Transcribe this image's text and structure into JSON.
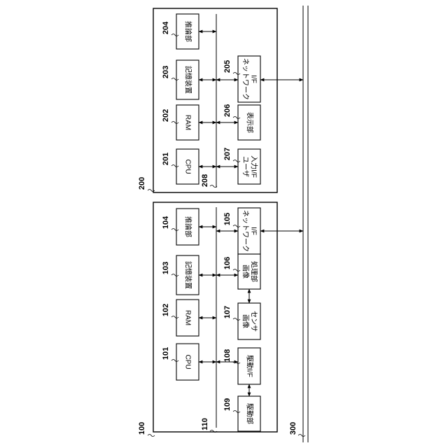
{
  "devices": {
    "d100": {
      "ref": "100",
      "bus_ref": "110",
      "blocks": {
        "cpu": {
          "ref": "101",
          "lines": [
            "CPU"
          ]
        },
        "ram": {
          "ref": "102",
          "lines": [
            "RAM"
          ]
        },
        "storage": {
          "ref": "103",
          "lines": [
            "記憶装置"
          ]
        },
        "infer": {
          "ref": "104",
          "lines": [
            "推論部"
          ]
        },
        "network": {
          "ref": "105",
          "lines": [
            "ネットワーク",
            "I/F"
          ]
        },
        "imageproc": {
          "ref": "106",
          "lines": [
            "画像",
            "処理部"
          ]
        },
        "sensor": {
          "ref": "107",
          "lines": [
            "画像",
            "センサ"
          ]
        },
        "drive_if": {
          "ref": "108",
          "lines": [
            "駆動I/F"
          ]
        },
        "drive": {
          "ref": "109",
          "lines": [
            "駆動部"
          ]
        }
      }
    },
    "d200": {
      "ref": "200",
      "bus_ref": "208",
      "blocks": {
        "cpu": {
          "ref": "201",
          "lines": [
            "CPU"
          ]
        },
        "ram": {
          "ref": "202",
          "lines": [
            "RAM"
          ]
        },
        "storage": {
          "ref": "203",
          "lines": [
            "記憶装置"
          ]
        },
        "infer": {
          "ref": "204",
          "lines": [
            "推論部"
          ]
        },
        "network": {
          "ref": "205",
          "lines": [
            "ネットワーク",
            "I/F"
          ]
        },
        "display": {
          "ref": "206",
          "lines": [
            "表示部"
          ]
        },
        "user_in": {
          "ref": "207",
          "lines": [
            "ユーザ",
            "入力I/F"
          ]
        }
      }
    }
  },
  "network_ref": "300"
}
